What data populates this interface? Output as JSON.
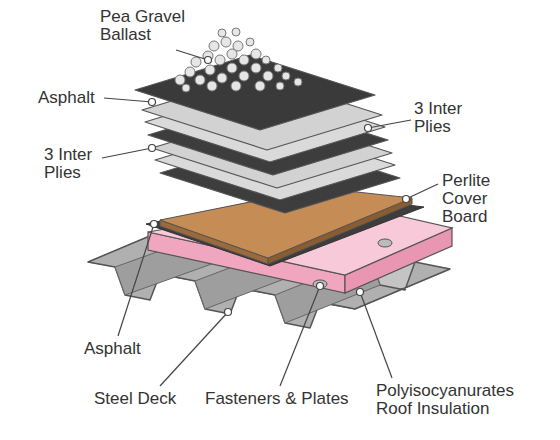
{
  "diagram": {
    "labels": [
      "Pea Gravel Ballast",
      "Asphalt",
      "3 Inter Plies",
      "3 Inter Plies",
      "Perlite Cover Board",
      "Asphalt",
      "Steel Deck",
      "Fasteners & Plates",
      "Polyisocyanurates Roof Insulation"
    ]
  }
}
